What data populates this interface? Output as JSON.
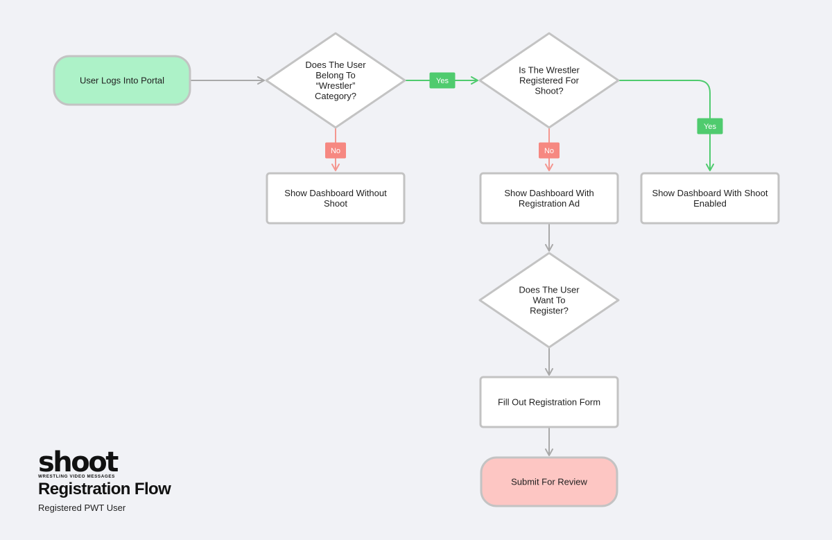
{
  "diagram": {
    "nodes": [
      {
        "id": "start",
        "shape": "terminal",
        "fill": "#adf2c8",
        "lines": [
          "User Logs Into Portal"
        ]
      },
      {
        "id": "q_wrestler",
        "shape": "decision",
        "fill": "#ffffff",
        "lines": [
          "Does The User",
          "Belong To",
          "“Wrestler”",
          "Category?"
        ]
      },
      {
        "id": "q_registered",
        "shape": "decision",
        "fill": "#ffffff",
        "lines": [
          "Is The Wrestler",
          "Registered For",
          "Shoot?"
        ]
      },
      {
        "id": "dash_without",
        "shape": "process",
        "fill": "#ffffff",
        "lines": [
          "Show Dashboard Without",
          "Shoot"
        ]
      },
      {
        "id": "dash_ad",
        "shape": "process",
        "fill": "#ffffff",
        "lines": [
          "Show Dashboard With",
          "Registration Ad"
        ]
      },
      {
        "id": "dash_enabled",
        "shape": "process",
        "fill": "#ffffff",
        "lines": [
          "Show Dashboard With Shoot",
          "Enabled"
        ]
      },
      {
        "id": "q_want",
        "shape": "decision",
        "fill": "#ffffff",
        "lines": [
          "Does The User",
          "Want To",
          "Register?"
        ]
      },
      {
        "id": "fill_form",
        "shape": "process",
        "fill": "#ffffff",
        "lines": [
          "Fill Out Registration Form"
        ]
      },
      {
        "id": "submit",
        "shape": "terminal",
        "fill": "#fdc6c3",
        "lines": [
          "Submit For Review"
        ]
      }
    ],
    "edges": [
      {
        "from": "start",
        "to": "q_wrestler",
        "label": null
      },
      {
        "from": "q_wrestler",
        "to": "q_registered",
        "label": "Yes"
      },
      {
        "from": "q_wrestler",
        "to": "dash_without",
        "label": "No"
      },
      {
        "from": "q_registered",
        "to": "dash_ad",
        "label": "No"
      },
      {
        "from": "q_registered",
        "to": "dash_enabled",
        "label": "Yes"
      },
      {
        "from": "dash_ad",
        "to": "q_want",
        "label": null
      },
      {
        "from": "q_want",
        "to": "fill_form",
        "label": null
      },
      {
        "from": "fill_form",
        "to": "submit",
        "label": null
      }
    ]
  },
  "colors": {
    "background": "#f1f2f6",
    "node_border": "#c3c3c3",
    "neutral_edge": "#a9a9a9",
    "yes": "#4fcb6e",
    "no_edge": "#f4968f",
    "no_tag": "#f68881"
  },
  "brand": {
    "logo_word": "shoot",
    "logo_tagline": "WRESTLING VIDEO MESSAGES",
    "title": "Registration Flow",
    "subtitle": "Registered PWT User"
  }
}
